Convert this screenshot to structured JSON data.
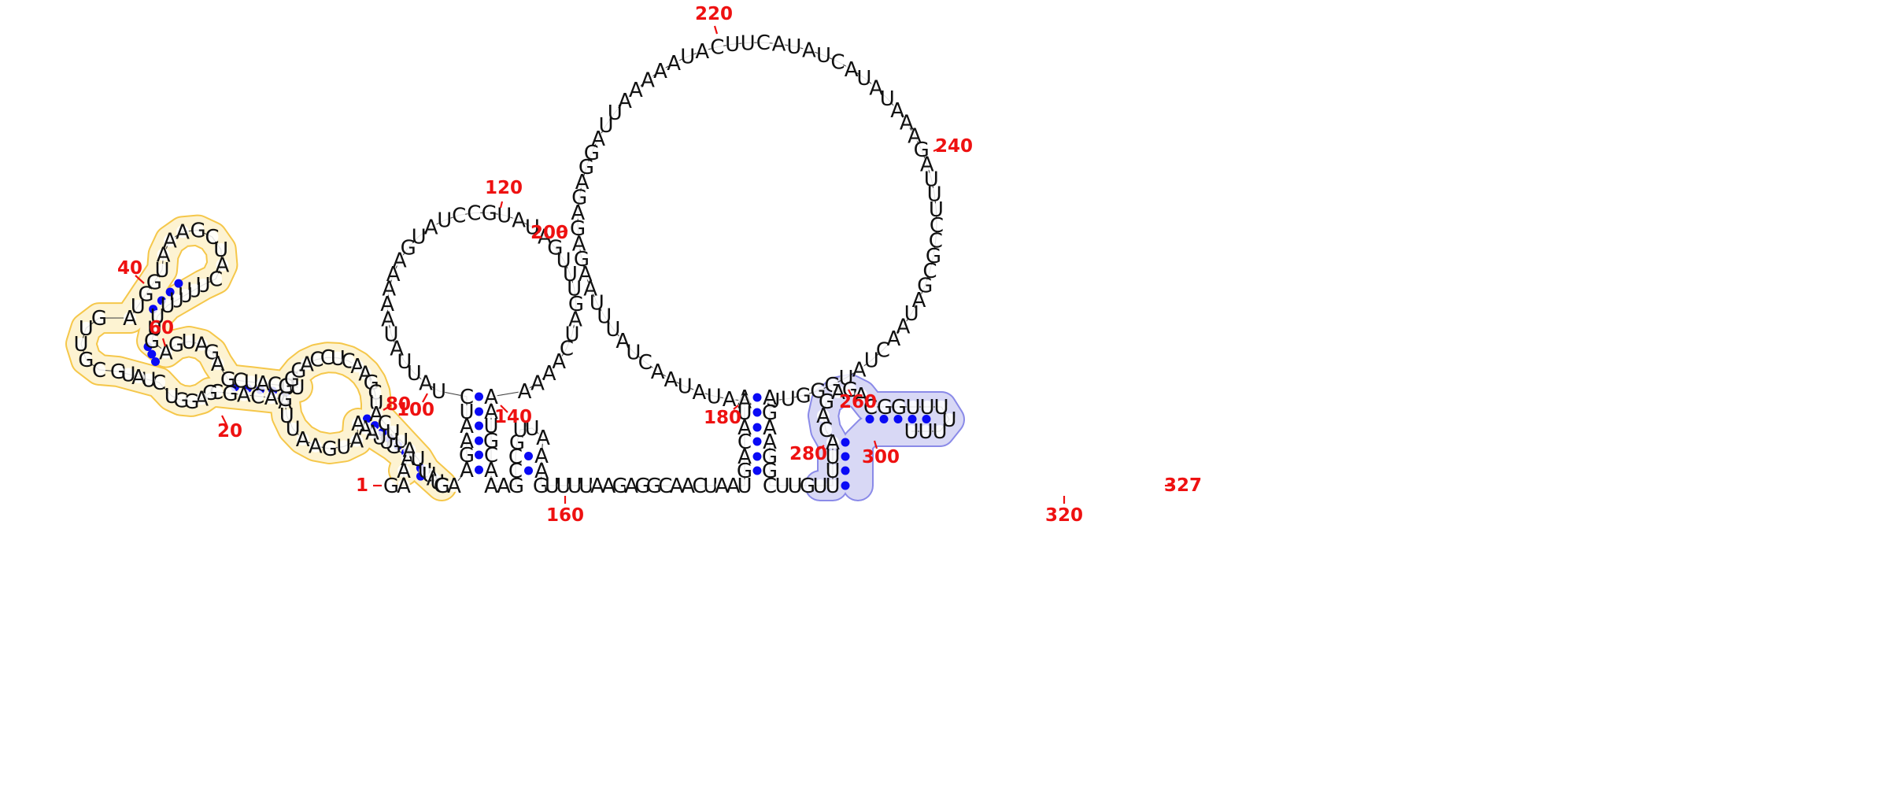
{
  "sequence": "GAAAGUUAAAAUGAAUUAUGACAGCGAGGUCUAUGCGUUGAUGGUAAAGCUACUUUUUUUGAGUAGAGCUACGUGGACCUCAAGCUACUUAUUUAUGGAAGAAUCUAUUAUAAAAAGUAUCCGUAUAGUUUGAUCAAAAAAUGCAAAGCCGUUAAAGUUUUAAGAGGCAACUAAUGACAUAAAUAUAACUAUUUAAGAGAGAGGAUUAAAAAUACUUCAUAUCAUAUAAAGAUUUCCGCGAUAACUAUGGGUUAGAAGGCUUGUUUUACAGAGACGGUUUUUUU",
  "length_label": "327",
  "position_labels": [
    "1",
    "20",
    "40",
    "60",
    "80",
    "100",
    "120",
    "140",
    "160",
    "180",
    "200",
    "220",
    "240",
    "260",
    "280",
    "300",
    "320",
    "327"
  ],
  "highlights": [
    {
      "name": "yellow-domain",
      "fill": "#fdf3d2",
      "stroke": "#f5c74a"
    },
    {
      "name": "blue-domain",
      "fill": "#d8d8f5",
      "stroke": "#8a8ae8",
      "accent": "#9090e0"
    }
  ],
  "colors": {
    "pair_dot": "#0a0af5",
    "label": "#ee1111",
    "nucleotide": "#111111"
  }
}
